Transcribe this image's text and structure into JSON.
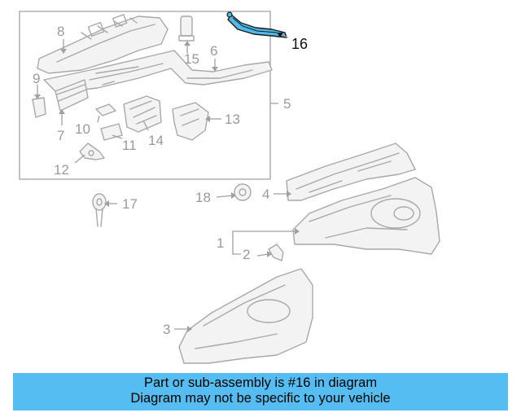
{
  "diagram": {
    "labels": {
      "p1": "1",
      "p2": "2",
      "p3": "3",
      "p4": "4",
      "p5": "5",
      "p6": "6",
      "p7": "7",
      "p8": "8",
      "p9": "9",
      "p10": "10",
      "p11": "11",
      "p12": "12",
      "p13": "13",
      "p14": "14",
      "p15": "15",
      "p16": "16",
      "p17": "17",
      "p18": "18"
    },
    "highlighted_part": "16",
    "highlight_color": "#4fb9ea"
  },
  "banner": {
    "line1": "Part or sub-assembly is #16 in diagram",
    "line2": "Diagram may not be specific to your vehicle",
    "background": "#55bdf1"
  }
}
